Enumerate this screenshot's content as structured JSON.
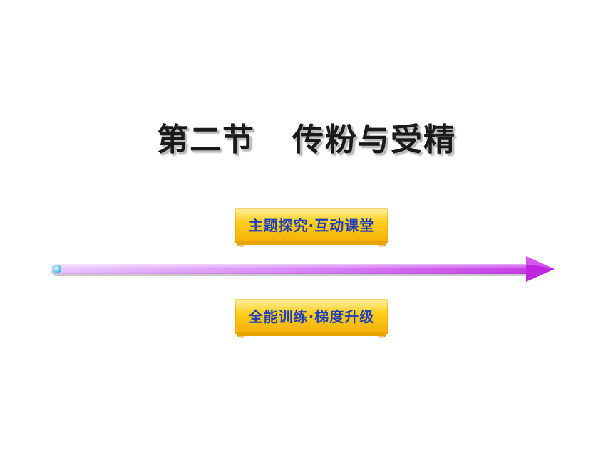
{
  "slide": {
    "title_part1": "第二节",
    "title_part2": "传粉与受精"
  },
  "buttons": [
    {
      "label": "主题探究·互动课堂"
    },
    {
      "label": "全能训练·梯度升级"
    }
  ],
  "colors": {
    "button_top": "#ffe45a",
    "button_bottom": "#f5ad08",
    "button_text": "#1f3fbf",
    "arrow_light": "#e3b8ff",
    "arrow_dark": "#c030e6",
    "arrow_dot": "#4fd3f0"
  },
  "icons": {
    "timeline": "arrow-right-icon",
    "start_marker": "dot-icon"
  }
}
